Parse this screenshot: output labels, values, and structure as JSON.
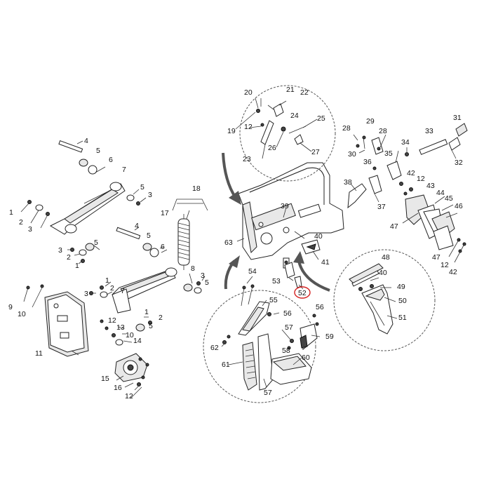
{
  "labels": {
    "n1": "1",
    "n2": "2",
    "n3": "3",
    "n4": "4",
    "n5": "5",
    "n6": "6",
    "n7": "7",
    "n8": "8",
    "n9": "9",
    "n10": "10",
    "n11": "11",
    "n12": "12",
    "n13": "13",
    "n14": "14",
    "n15": "15",
    "n16": "16",
    "n17": "17",
    "n18": "18",
    "n19": "19",
    "n20": "20",
    "n21": "21",
    "n22": "22",
    "n23": "23",
    "n24": "24",
    "n25": "25",
    "n26": "26",
    "n27": "27",
    "n28": "28",
    "n29": "29",
    "n30": "30",
    "n31": "31",
    "n32": "32",
    "n33": "33",
    "n34": "34",
    "n35": "35",
    "n36": "36",
    "n37": "37",
    "n38": "38",
    "n39": "39",
    "n40": "40",
    "n41": "41",
    "n42": "42",
    "n43": "43",
    "n44": "44",
    "n45": "45",
    "n46": "46",
    "n47": "47",
    "n48": "48",
    "n49": "49",
    "n50": "50",
    "n51": "51",
    "n52": "52",
    "n53": "53",
    "n54": "54",
    "n55": "55",
    "n56": "56",
    "n57": "57",
    "n58": "58",
    "n59": "59",
    "n60": "60",
    "n61": "61",
    "n62": "62",
    "n63": "63"
  },
  "highlighted_label": "52",
  "highlight_color": "#d42020"
}
